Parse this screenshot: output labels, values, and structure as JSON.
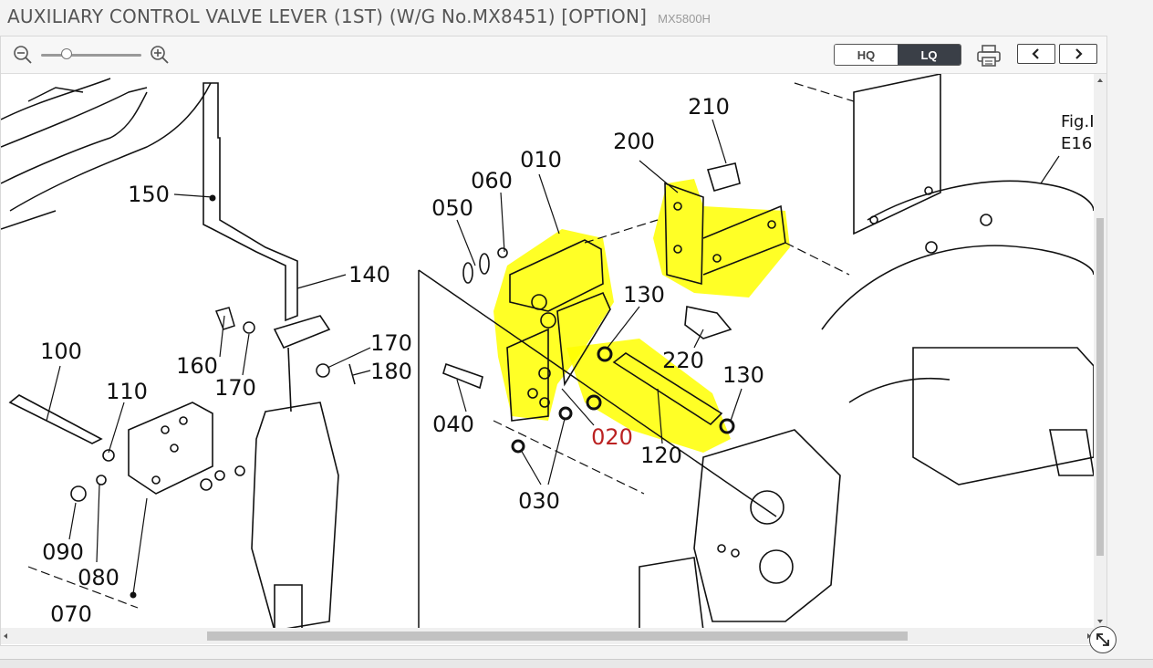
{
  "title": "AUXILIARY CONTROL VALVE LEVER (1ST) (W/G No.MX8451) [OPTION]",
  "model": "MX5800H",
  "toolbar": {
    "zoom_out_icon": "zoom-out-icon",
    "zoom_in_icon": "zoom-in-icon",
    "zoom_level": 0.25,
    "quality": {
      "hq": "HQ",
      "lq": "LQ",
      "selected": "LQ"
    },
    "print_icon": "printer-icon",
    "prev_icon": "chevron-left-icon",
    "next_icon": "chevron-right-icon"
  },
  "diagram": {
    "fig_ref": "Fig.I",
    "fig_ref2": "E16",
    "highlight_color": "#ffff00",
    "callouts": [
      "010",
      "020",
      "030",
      "040",
      "050",
      "060",
      "070",
      "080",
      "090",
      "100",
      "110",
      "120",
      "130",
      "130",
      "140",
      "150",
      "160",
      "170",
      "170",
      "180",
      "200",
      "210",
      "220"
    ],
    "selected_callout": "020"
  },
  "resize_icon": "resize-icon"
}
